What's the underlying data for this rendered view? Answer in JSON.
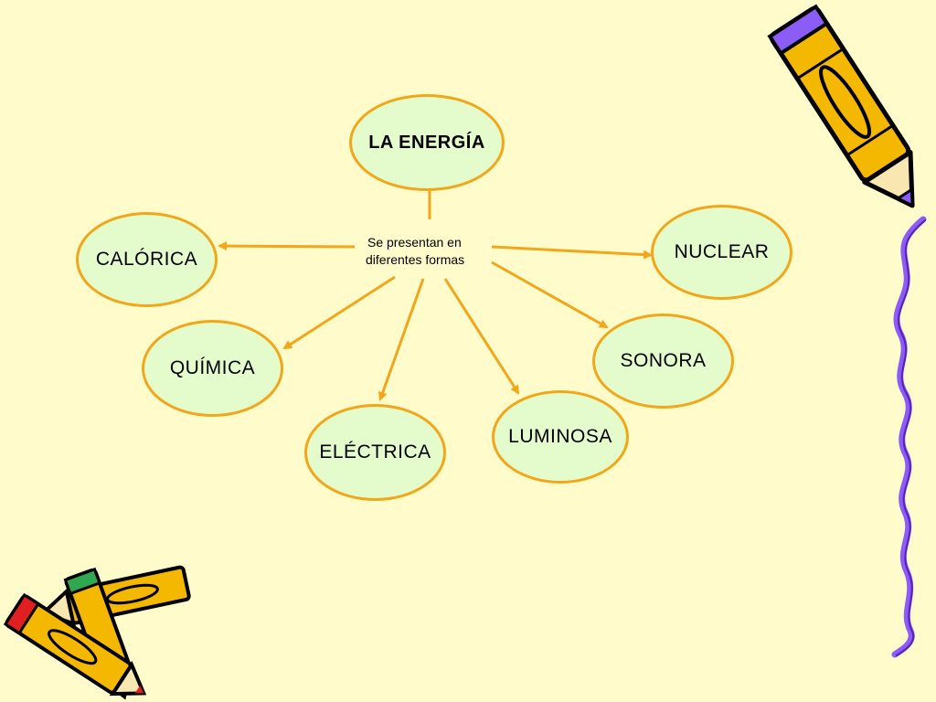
{
  "diagram": {
    "root": "LA ENERGÍA",
    "connector": {
      "line1": "Se presentan en",
      "line2": "diferentes formas"
    },
    "forms": {
      "calorica": "CALÓRICA",
      "quimica": "QUÍMICA",
      "electrica": "ELÉCTRICA",
      "luminosa": "LUMINOSA",
      "sonora": "SONORA",
      "nuclear": "NUCLEAR"
    }
  },
  "colors": {
    "background": "#FFFBCB",
    "node_fill": "#E4FBCB",
    "accent_orange": "#F2A619",
    "squiggle_purple": "#8B5CF6",
    "pencil_yellow": "#F5B800",
    "pencil_tip_green": "#2FA84F",
    "pencil_tip_red": "#E02020"
  },
  "decorations": {
    "top_right": "pencil-icon",
    "bottom_left": "crossed-pencils-icon",
    "right_edge": "squiggle-line"
  }
}
